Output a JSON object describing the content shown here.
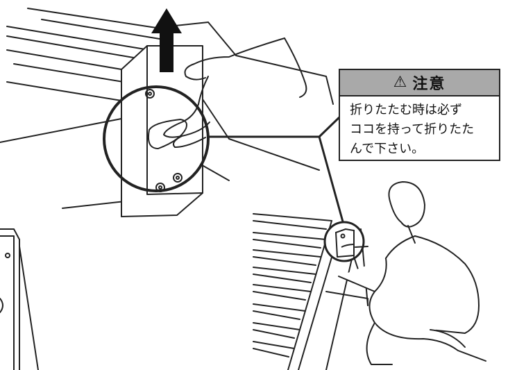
{
  "caution": {
    "icon": "warning-triangle-icon",
    "icon_glyph": "⚠",
    "title": "注意",
    "lines": [
      "折りたたむ時は必ず",
      "ココを持って折りたた",
      "んで下さい。"
    ]
  },
  "colors": {
    "header_bg": "#a9a9a9",
    "line": "#222222",
    "arrow": "#111111"
  }
}
